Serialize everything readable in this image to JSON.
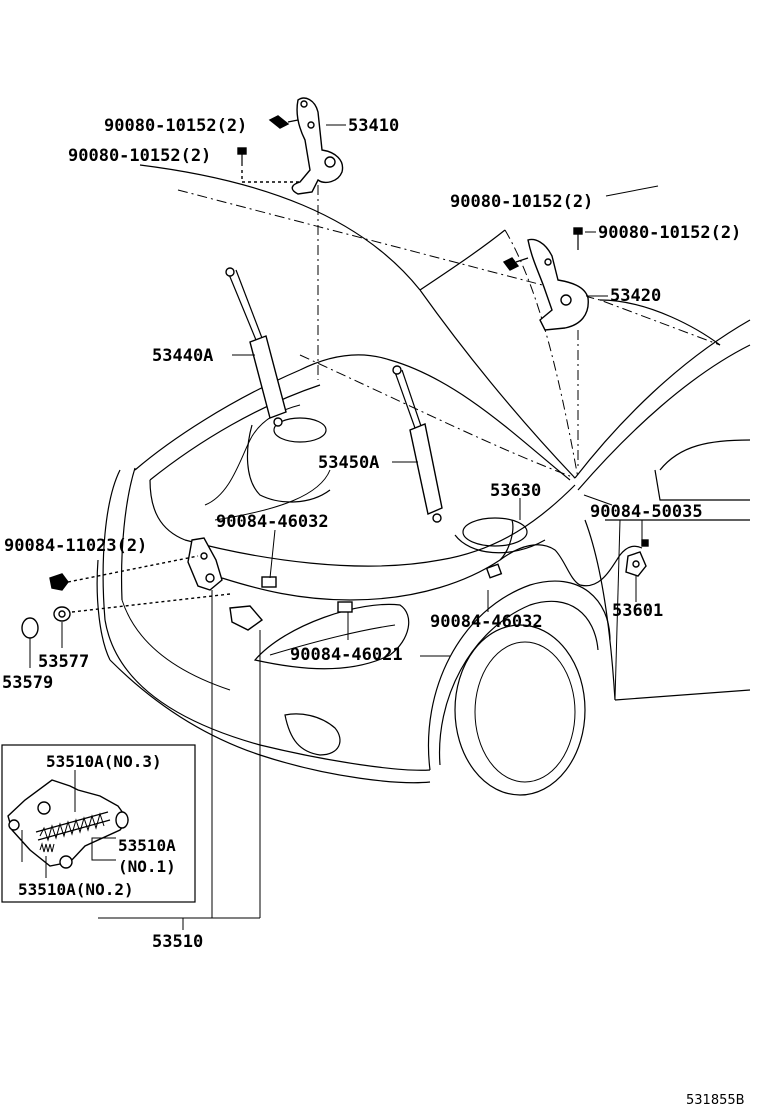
{
  "labels": {
    "bolt_90080_10152_2_a": "90080-10152(2)",
    "bolt_90080_10152_2_b": "90080-10152(2)",
    "hinge_53410": "53410",
    "bolt_90080_10152_2_c": "90080-10152(2)",
    "bolt_90080_10152_2_d": "90080-10152(2)",
    "hinge_53420": "53420",
    "support_53440A": "53440A",
    "support_53450A": "53450A",
    "cable_53630": "53630",
    "clip_90084_50035": "90084-50035",
    "clip_90084_46032_a": "90084-46032",
    "screw_90084_11023_2": "90084-11023(2)",
    "clip_90084_46032_b": "90084-46032",
    "bracket_53601": "53601",
    "cushion_53577": "53577",
    "cushion_53579": "53579",
    "clip_90084_46021": "90084-46021",
    "lock_53510A_no3": "53510A(NO.3)",
    "lock_53510A": "53510A",
    "lock_no1": "(NO.1)",
    "lock_53510A_no2": "53510A(NO.2)",
    "lock_assy_53510": "53510",
    "diagram_code": "531855B"
  }
}
